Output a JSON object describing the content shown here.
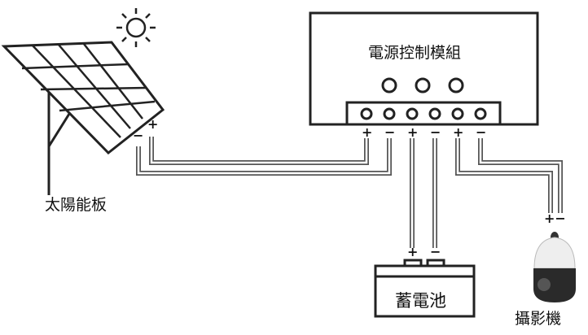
{
  "labels": {
    "controller": "電源控制模組",
    "solar_panel": "太陽能板",
    "battery": "蓄電池",
    "camera": "攝影機"
  },
  "polarity": {
    "plus": "+",
    "minus": "−",
    "camera": "+−"
  },
  "colors": {
    "line": "#333333",
    "wire": "#555555"
  }
}
